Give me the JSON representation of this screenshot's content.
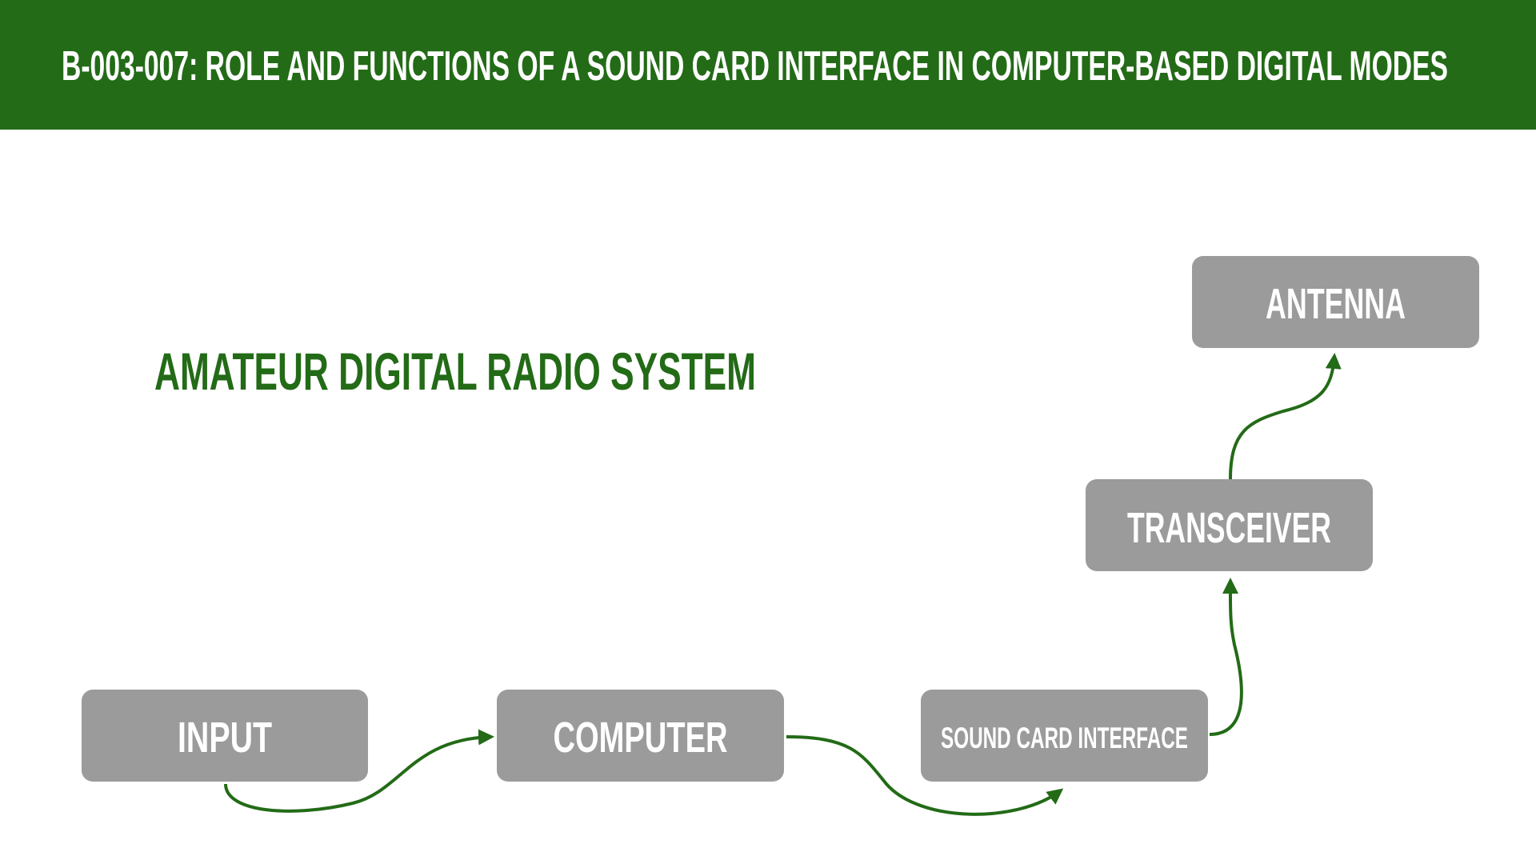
{
  "header": {
    "title": "B-003-007: ROLE AND FUNCTIONS OF A SOUND CARD INTERFACE IN COMPUTER-BASED DIGITAL MODES"
  },
  "diagram": {
    "subtitle": "AMATEUR DIGITAL RADIO SYSTEM",
    "nodes": {
      "input": "INPUT",
      "computer": "COMPUTER",
      "sound_card": "SOUND CARD INTERFACE",
      "transceiver": "TRANSCEIVER",
      "antenna": "ANTENNA"
    },
    "edges": [
      {
        "from": "INPUT",
        "to": "COMPUTER"
      },
      {
        "from": "COMPUTER",
        "to": "SOUND CARD INTERFACE"
      },
      {
        "from": "SOUND CARD INTERFACE",
        "to": "TRANSCEIVER"
      },
      {
        "from": "TRANSCEIVER",
        "to": "ANTENNA"
      }
    ]
  },
  "colors": {
    "brand_green": "#236b17",
    "node_gray": "#9b9b9b",
    "node_text": "#ffffff"
  }
}
